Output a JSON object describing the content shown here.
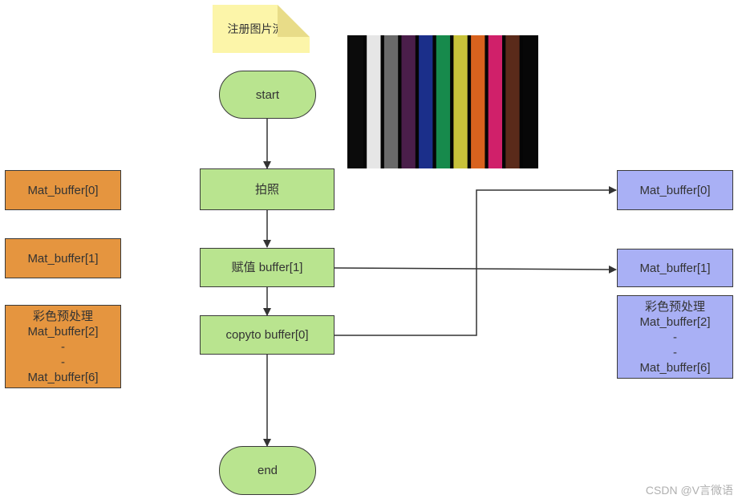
{
  "note": {
    "text": "注册图片流程"
  },
  "flow": {
    "start": "start",
    "photo": "拍照",
    "assign": "赋值 buffer[1]",
    "copy": "copyto buffer[0]",
    "end": "end"
  },
  "left_buffers": {
    "b0": "Mat_buffer[0]",
    "b1": "Mat_buffer[1]",
    "group": {
      "title": "彩色预处理",
      "first": "Mat_buffer[2]",
      "dash1": "-",
      "dash2": "-",
      "last": "Mat_buffer[6]"
    }
  },
  "right_buffers": {
    "b0": "Mat_buffer[0]",
    "b1": "Mat_buffer[1]",
    "group": {
      "title": "彩色预处理",
      "first": "Mat_buffer[2]",
      "dash1": "-",
      "dash2": "-",
      "last": "Mat_buffer[6]"
    }
  },
  "image": {
    "stripes": [
      "#0b0b0b",
      "#e6e6e6",
      "#6a6a6a",
      "#4a1e4a",
      "#1b2f8a",
      "#178a4c",
      "#c8c23a",
      "#d8621e",
      "#d0206a",
      "#5a2a1a",
      "#070707"
    ]
  },
  "colors": {
    "node": "#b9e48f",
    "left_buffer": "#e5953f",
    "right_buffer": "#a9b0f5",
    "note": "#fcf5a9"
  },
  "watermark": "CSDN @V言微语"
}
